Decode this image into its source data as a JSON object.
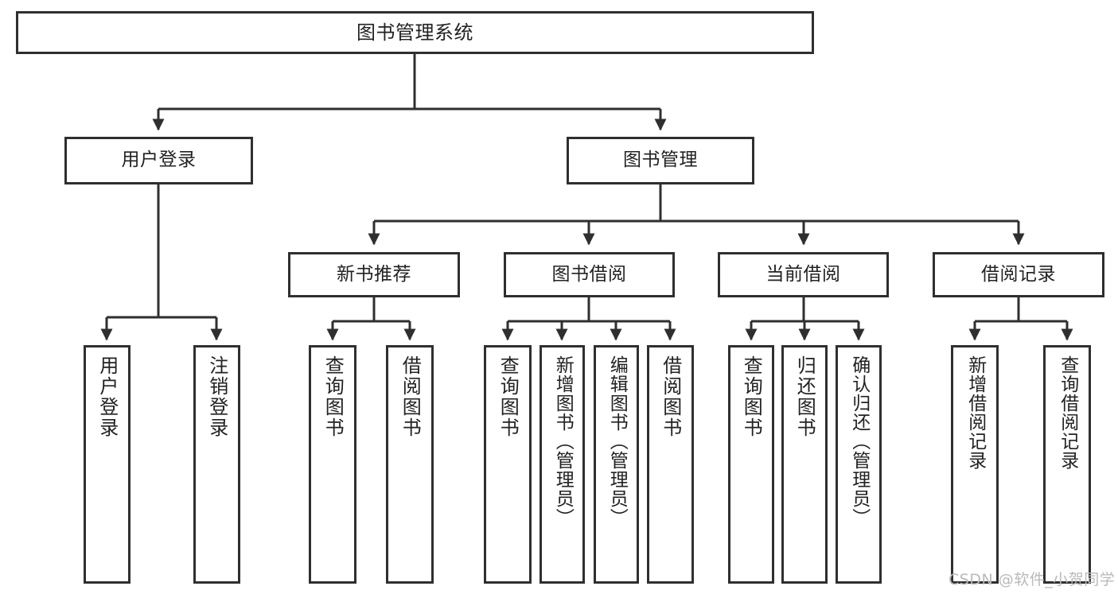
{
  "diagram": {
    "title": "图书管理系统",
    "type": "tree",
    "root": {
      "label": "图书管理系统"
    },
    "level2": [
      {
        "label": "用户登录"
      },
      {
        "label": "图书管理"
      }
    ],
    "level3": [
      {
        "label": "新书推荐"
      },
      {
        "label": "图书借阅"
      },
      {
        "label": "当前借阅"
      },
      {
        "label": "借阅记录"
      }
    ],
    "leaves": {
      "user_login": [
        {
          "label": "用户登录"
        },
        {
          "label": "注销登录"
        }
      ],
      "new_book_recommend": [
        {
          "label": "查询图书"
        },
        {
          "label": "借阅图书"
        }
      ],
      "book_borrow": [
        {
          "label": "查询图书"
        },
        {
          "label": "新增图书（管理员）"
        },
        {
          "label": "编辑图书（管理员）"
        },
        {
          "label": "借阅图书"
        }
      ],
      "current_borrow": [
        {
          "label": "查询图书"
        },
        {
          "label": "归还图书"
        },
        {
          "label": "确认归还（管理员）"
        }
      ],
      "borrow_record": [
        {
          "label": "新增借阅记录"
        },
        {
          "label": "查询借阅记录"
        }
      ]
    }
  },
  "watermark": {
    "text": "CSDN @软件_小贺同学"
  },
  "colors": {
    "stroke": "#2f2f2f",
    "fill": "#ffffff",
    "text": "#222222",
    "watermark": "#b9b9b9"
  }
}
